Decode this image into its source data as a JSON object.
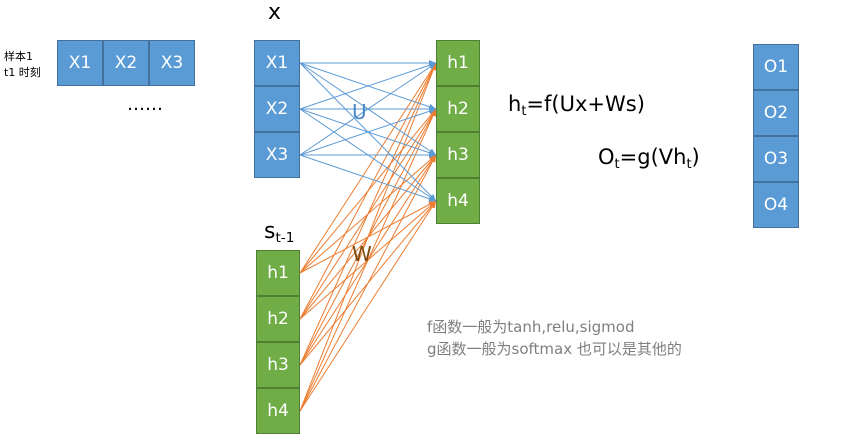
{
  "sample_label": {
    "line1": "样本1",
    "line2": "t1 时刻"
  },
  "sample_row": [
    "X1",
    "X2",
    "X3"
  ],
  "ellipsis": "……",
  "input_title": "x",
  "input_nodes": [
    "X1",
    "X2",
    "X3"
  ],
  "state_title": {
    "base": "s",
    "sub": "t-1"
  },
  "state_nodes": [
    "h1",
    "h2",
    "h3",
    "h4"
  ],
  "hidden_nodes": [
    "h1",
    "h2",
    "h3",
    "h4"
  ],
  "output_nodes": [
    "O1",
    "O2",
    "O3",
    "O4"
  ],
  "weight_u": "U",
  "weight_w": "W",
  "formula_h": {
    "a": "h",
    "a_sub": "t",
    "rest": "=f(Ux+Ws)"
  },
  "formula_o": {
    "a": "O",
    "a_sub": "t",
    "mid": "=g(Vh",
    "mid_sub": "t",
    "end": ")"
  },
  "note": {
    "line1": "f函数一般为tanh,relu,sigmod",
    "line2": "g函数一般为softmax 也可以是其他的"
  },
  "colors": {
    "blue": "#5b9bd5",
    "green": "#70ad47",
    "u_arrow": "#5b9bd5",
    "w_arrow": "#ed7d31"
  }
}
